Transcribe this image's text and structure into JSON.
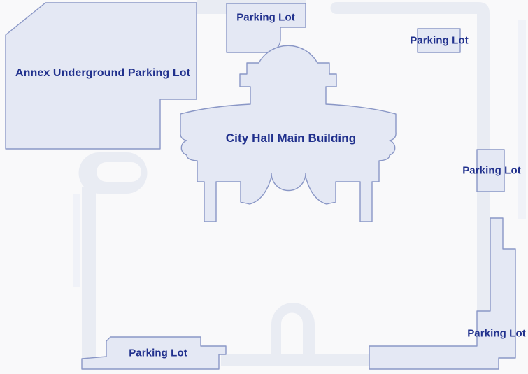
{
  "map": {
    "labels": {
      "annex": "Annex Underground Parking Lot",
      "top_lot": "Parking Lot",
      "northeast_lot": "Parking Lot",
      "city_hall": "City Hall Main Building",
      "east_lot": "Parking Lot",
      "southeast_lot": "Parking Lot",
      "south_lot": "Parking Lot"
    },
    "colors": {
      "background": "#f9f9fa",
      "lot_fill": "#e4e8f4",
      "lot_border": "#8a97c6",
      "road_fill": "#e9ecf3",
      "road_faint": "#f0f2f8",
      "label_text": "#20308d"
    }
  }
}
